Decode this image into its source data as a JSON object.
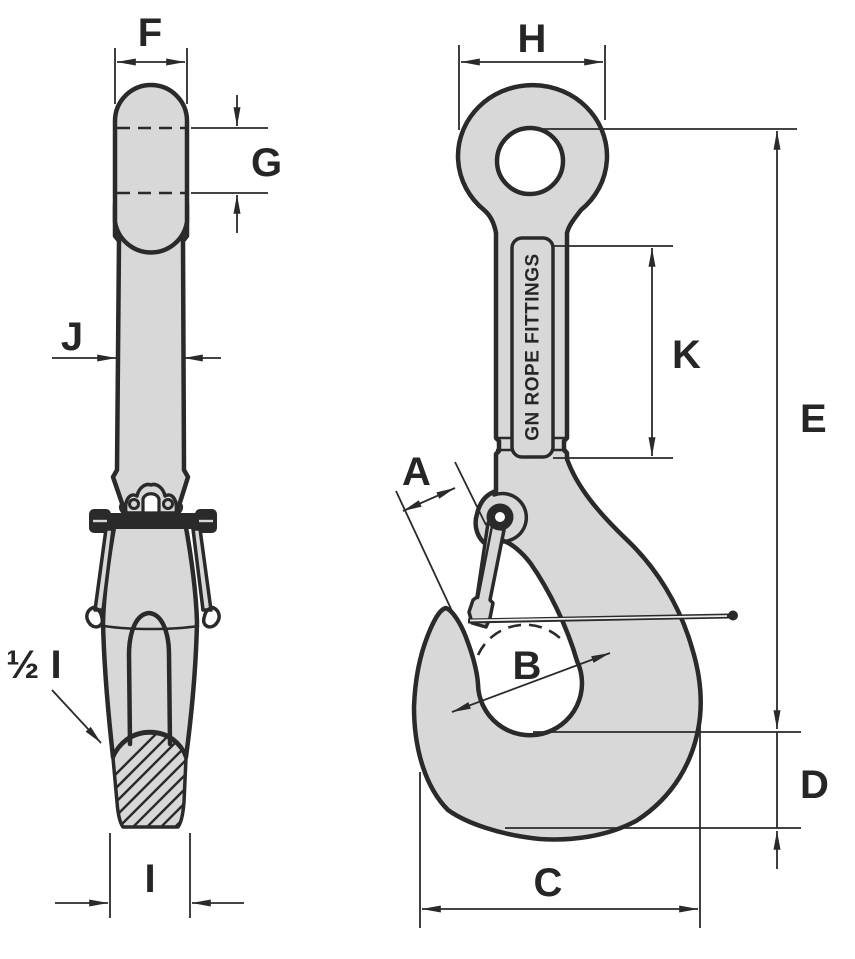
{
  "diagram": {
    "type": "technical-dimension-drawing",
    "subject": "eye hook with safety latch, side view and front view",
    "brand_text": "GN ROPE FITTINGS",
    "colors": {
      "body_fill": "#d8d8d8",
      "outline": "#2a2a2a",
      "background": "#ffffff",
      "dim_line": "#2a2a2a",
      "text": "#262626"
    },
    "views": {
      "side_view": {
        "labels": {
          "F": "F",
          "G": "G",
          "J": "J",
          "half_I": "½ I",
          "I": "I"
        }
      },
      "front_view": {
        "labels": {
          "H": "H",
          "K": "K",
          "E": "E",
          "A": "A",
          "B": "B",
          "C": "C",
          "D": "D"
        }
      }
    }
  }
}
